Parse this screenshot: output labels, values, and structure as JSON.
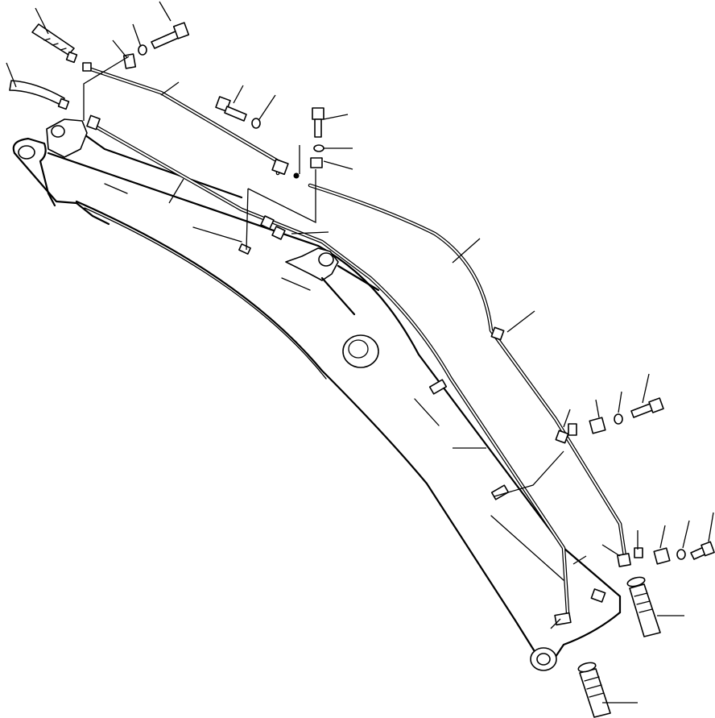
{
  "diagram": {
    "parts": [
      {
        "name": "boom",
        "icon": "excavator-boom"
      },
      {
        "name": "hydraulic-pipe-upper",
        "icon": "pipe"
      },
      {
        "name": "hydraulic-pipe-lower",
        "icon": "pipe"
      },
      {
        "name": "hose-top-left",
        "icon": "hose"
      },
      {
        "name": "hose-left",
        "icon": "hose"
      },
      {
        "name": "hose-bottom-right",
        "icon": "hose"
      },
      {
        "name": "hose-bottom",
        "icon": "hose"
      },
      {
        "name": "bolt",
        "icon": "bolt"
      },
      {
        "name": "washer",
        "icon": "washer"
      },
      {
        "name": "clamp",
        "icon": "clamp"
      },
      {
        "name": "block",
        "icon": "block"
      }
    ],
    "colors": {
      "ink": "#000000",
      "paper": "#ffffff"
    }
  }
}
